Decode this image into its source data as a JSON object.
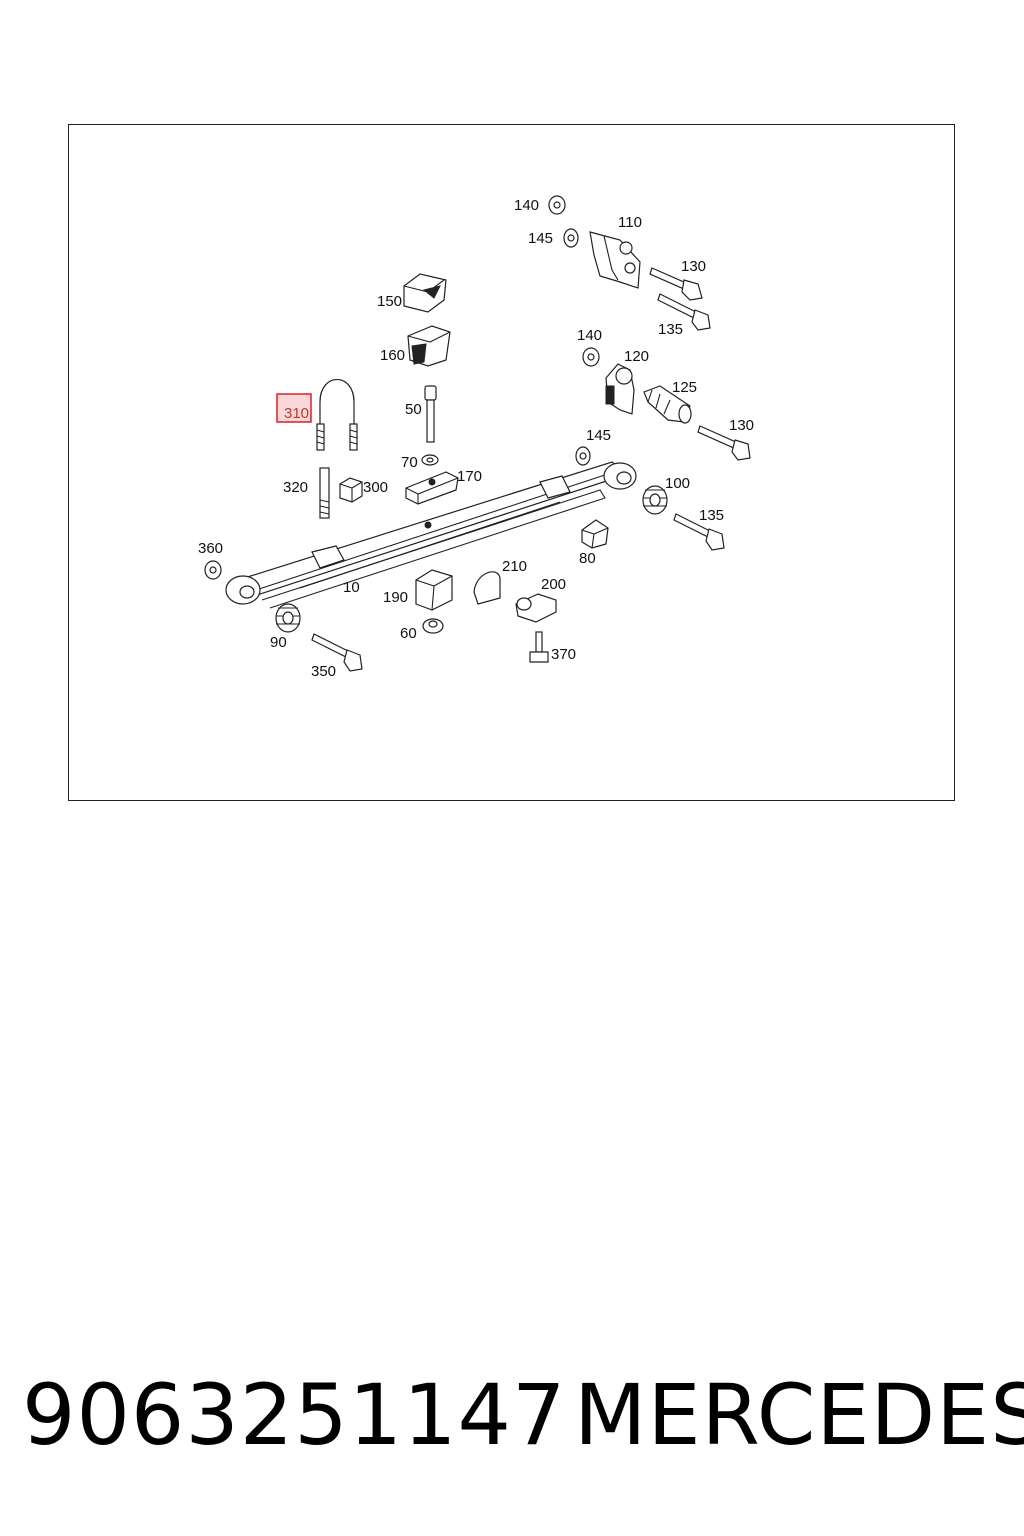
{
  "callouts": {
    "c140a": "140",
    "c145a": "145",
    "c110": "110",
    "c130a": "130",
    "c135a": "135",
    "c150": "150",
    "c160": "160",
    "c50": "50",
    "c310": "310",
    "c320": "320",
    "c300": "300",
    "c140b": "140",
    "c120": "120",
    "c125": "125",
    "c130b": "130",
    "c145b": "145",
    "c70": "70",
    "c170": "170",
    "c100": "100",
    "c135b": "135",
    "c80": "80",
    "c360": "360",
    "c10": "10",
    "c90": "90",
    "c350": "350",
    "c190": "190",
    "c60": "60",
    "c210": "210",
    "c200": "200",
    "c370": "370"
  },
  "highlight": {
    "callout": "310",
    "color": "#d9202a"
  },
  "footer": {
    "part_number": "9063251147",
    "brand": "MERCEDES"
  }
}
